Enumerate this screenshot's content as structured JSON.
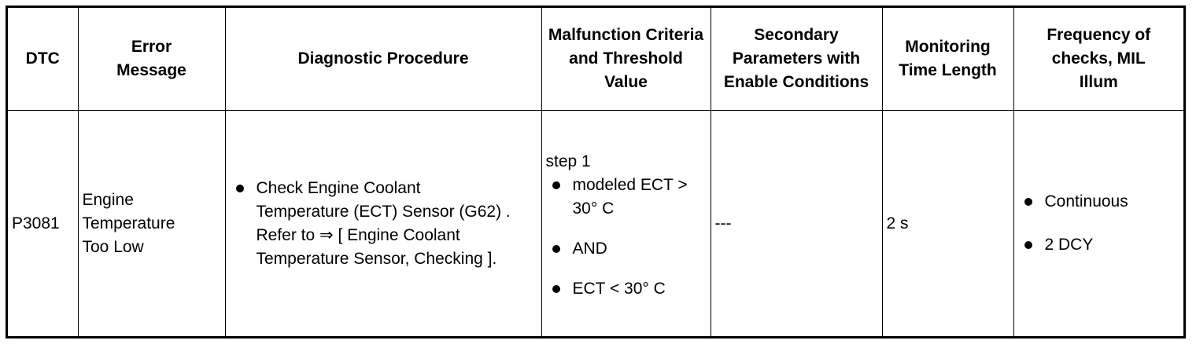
{
  "headers": [
    "DTC",
    "Error Message",
    "Diagnostic Procedure",
    "Malfunction Criteria and Threshold Value",
    "Secondary Parameters with Enable Conditions",
    "Monitoring Time Length",
    "Frequency of checks, MIL Illum"
  ],
  "row": {
    "dtc": "P3081",
    "error_message": "Engine Temperature Too Low",
    "procedure": "Check Engine Coolant Temperature (ECT) Sensor (G62) . Refer to ⇒ [ Engine Coolant Temperature Sensor, Checking ].",
    "criteria_step": "step 1",
    "criteria": [
      "modeled ECT > 30° C",
      "AND",
      "ECT < 30° C"
    ],
    "secondary": "---",
    "monitoring_time": "2 s",
    "frequency": [
      "Continuous",
      "2 DCY"
    ]
  }
}
